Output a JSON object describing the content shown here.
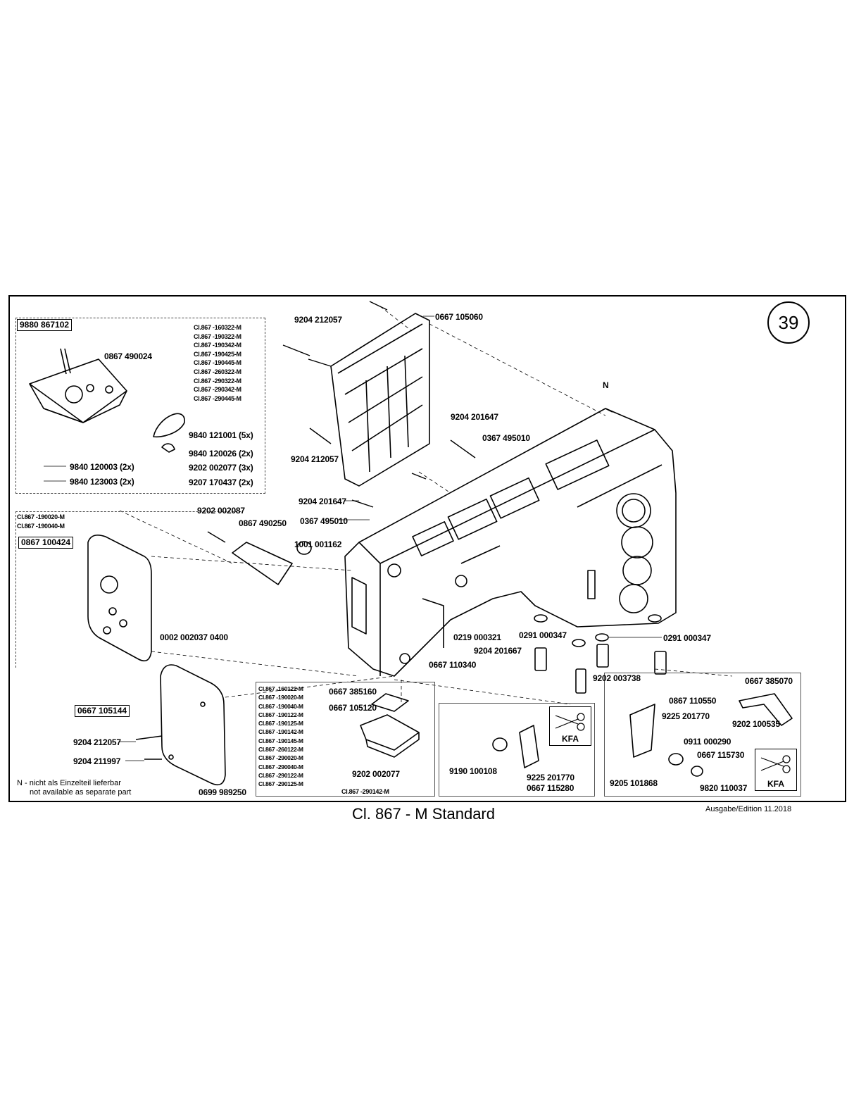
{
  "page_number": "39",
  "footer": {
    "title": "Cl. 867 - M Standard",
    "edition": "Ausgabe/Edition   11.2018"
  },
  "note": {
    "de": "N - nicht als Einzelteil lieferbar",
    "en": "not available as separate part"
  },
  "marker_N": "N",
  "topleft": {
    "set_no": "9880 867102",
    "models": [
      "Cl.867 -160322-M",
      "Cl.867 -190322-M",
      "Cl.867 -190342-M",
      "Cl.867 -190425-M",
      "Cl.867 -190445-M",
      "Cl.867 -260322-M",
      "Cl.867 -290322-M",
      "Cl.867 -290342-M",
      "Cl.867 -290445-M"
    ],
    "parts": {
      "p1": "0867 490024",
      "p2": "9840 121001 (5x)",
      "p3": "9840 120026 (2x)",
      "p4": "9202 002077 (3x)",
      "p5": "9207 170437 (2x)",
      "p6": "9840 120003 (2x)",
      "p7": "9840 123003 (2x)"
    }
  },
  "left": {
    "models": [
      "Cl.867 -190020-M",
      "Cl.867 -190040-M"
    ],
    "cover_a": "0867 100424",
    "p_a1": "0002 002037 0400",
    "cover_b": "0667 105144",
    "p_b1": "9204 212057",
    "p_b2": "9204 211997",
    "p_b3": "0699 989250"
  },
  "center": {
    "p1": "9204 212057",
    "p2": "0667 105060",
    "p3": "9204 212057",
    "p4": "9204 201647",
    "p5": "0367 495010",
    "p6": "9204 201647",
    "p7": "0367 495010",
    "p8": "9202 002087",
    "p9": "0867 490250",
    "p10": "1001 001162",
    "p11": "0219 000321",
    "p12": "0291 000347",
    "p13": "9204 201667",
    "p14": "0667 110340",
    "p15": "0291 000347",
    "p16": "9202 003738"
  },
  "bottom_models": {
    "models": [
      "Cl.867 -160122-M",
      "Cl.867 -190020-M",
      "Cl.867 -190040-M",
      "Cl.867 -190122-M",
      "Cl.867 -190125-M",
      "Cl.867 -190142-M",
      "Cl.867 -190145-M",
      "Cl.867 -260122-M",
      "Cl.867 -290020-M",
      "Cl.867 -290040-M",
      "Cl.867 -290122-M",
      "Cl.867 -290125-M"
    ],
    "p1": "0667 385160",
    "p2": "0667 105120",
    "p3": "9202 002077",
    "std": "Cl.867 -290142-M"
  },
  "kfa_mid": {
    "p1": "9190 100108",
    "p2": "9225 201770",
    "p3": "0667 115280",
    "kfa": "KFA"
  },
  "kfa_right": {
    "p1": "0667 385070",
    "p2": "0867 110550",
    "p3": "9225 201770",
    "p4": "9202 100535",
    "p5": "0911 000290",
    "p6": "0667 115730",
    "p7": "9205 101868",
    "p8": "9820 110037",
    "kfa": "KFA"
  }
}
